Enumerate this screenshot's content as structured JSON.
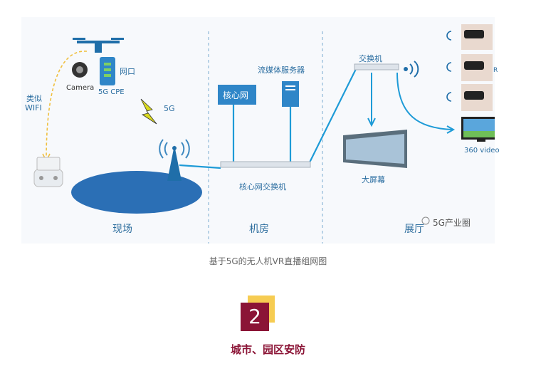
{
  "diagram": {
    "labels": {
      "camera": "Camera",
      "cpe": "5G CPE",
      "port": "网口",
      "wifi_line1": "类似",
      "wifi_line2": "WIFI",
      "fiveg": "5G",
      "core_network": "核心网",
      "media_server": "流媒体服务器",
      "core_switch": "核心网交换机",
      "switch": "交换机",
      "big_screen": "大屏幕",
      "video_360": "360 video",
      "vr_r": "R"
    },
    "zones": [
      "现场",
      "机房",
      "展厅"
    ],
    "watermark": "5G产业圈",
    "colors": {
      "line": "#1e9bd7",
      "zone_divider": "#8fb8d8",
      "ground_ellipse": "#2b6fb5",
      "wifi_dashed": "#f0c040",
      "bolt": "#d9d920"
    }
  },
  "caption": "基于5G的无人机VR直播组网图",
  "section": {
    "number": "2",
    "title": "城市、园区安防",
    "colors": {
      "primary": "#8b1436",
      "accent": "#f6cc52"
    }
  }
}
